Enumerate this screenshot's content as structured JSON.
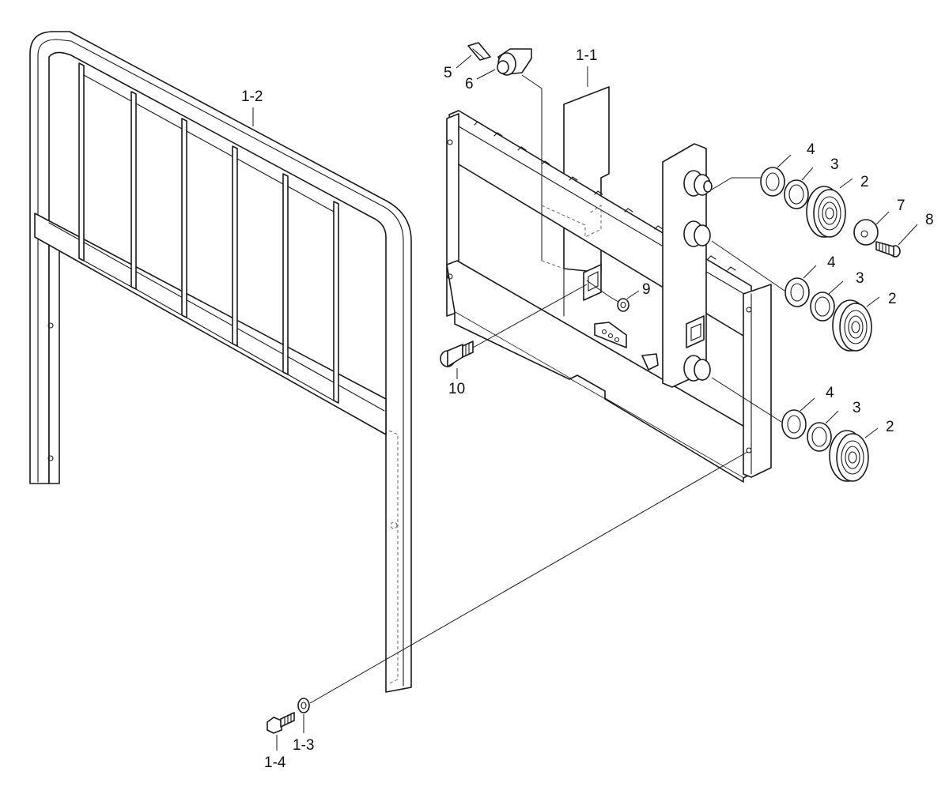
{
  "diagram": {
    "labels": {
      "guard": "1-2",
      "backrest_bar": "1-1",
      "pin": "5",
      "roller_stud": "6",
      "washer_4a": "4",
      "shim_3a": "3",
      "bearing_2a": "2",
      "washer_7": "7",
      "screw_8": "8",
      "washer_4b": "4",
      "shim_3b": "3",
      "bearing_2b": "2",
      "nut_9": "9",
      "bolt_10": "10",
      "washer_4c": "4",
      "shim_3c": "3",
      "bearing_2c": "2",
      "bolt_1_4": "1-4",
      "washer_1_3": "1-3"
    },
    "colors": {
      "line": "#1a1a1a",
      "background": "#ffffff"
    }
  }
}
